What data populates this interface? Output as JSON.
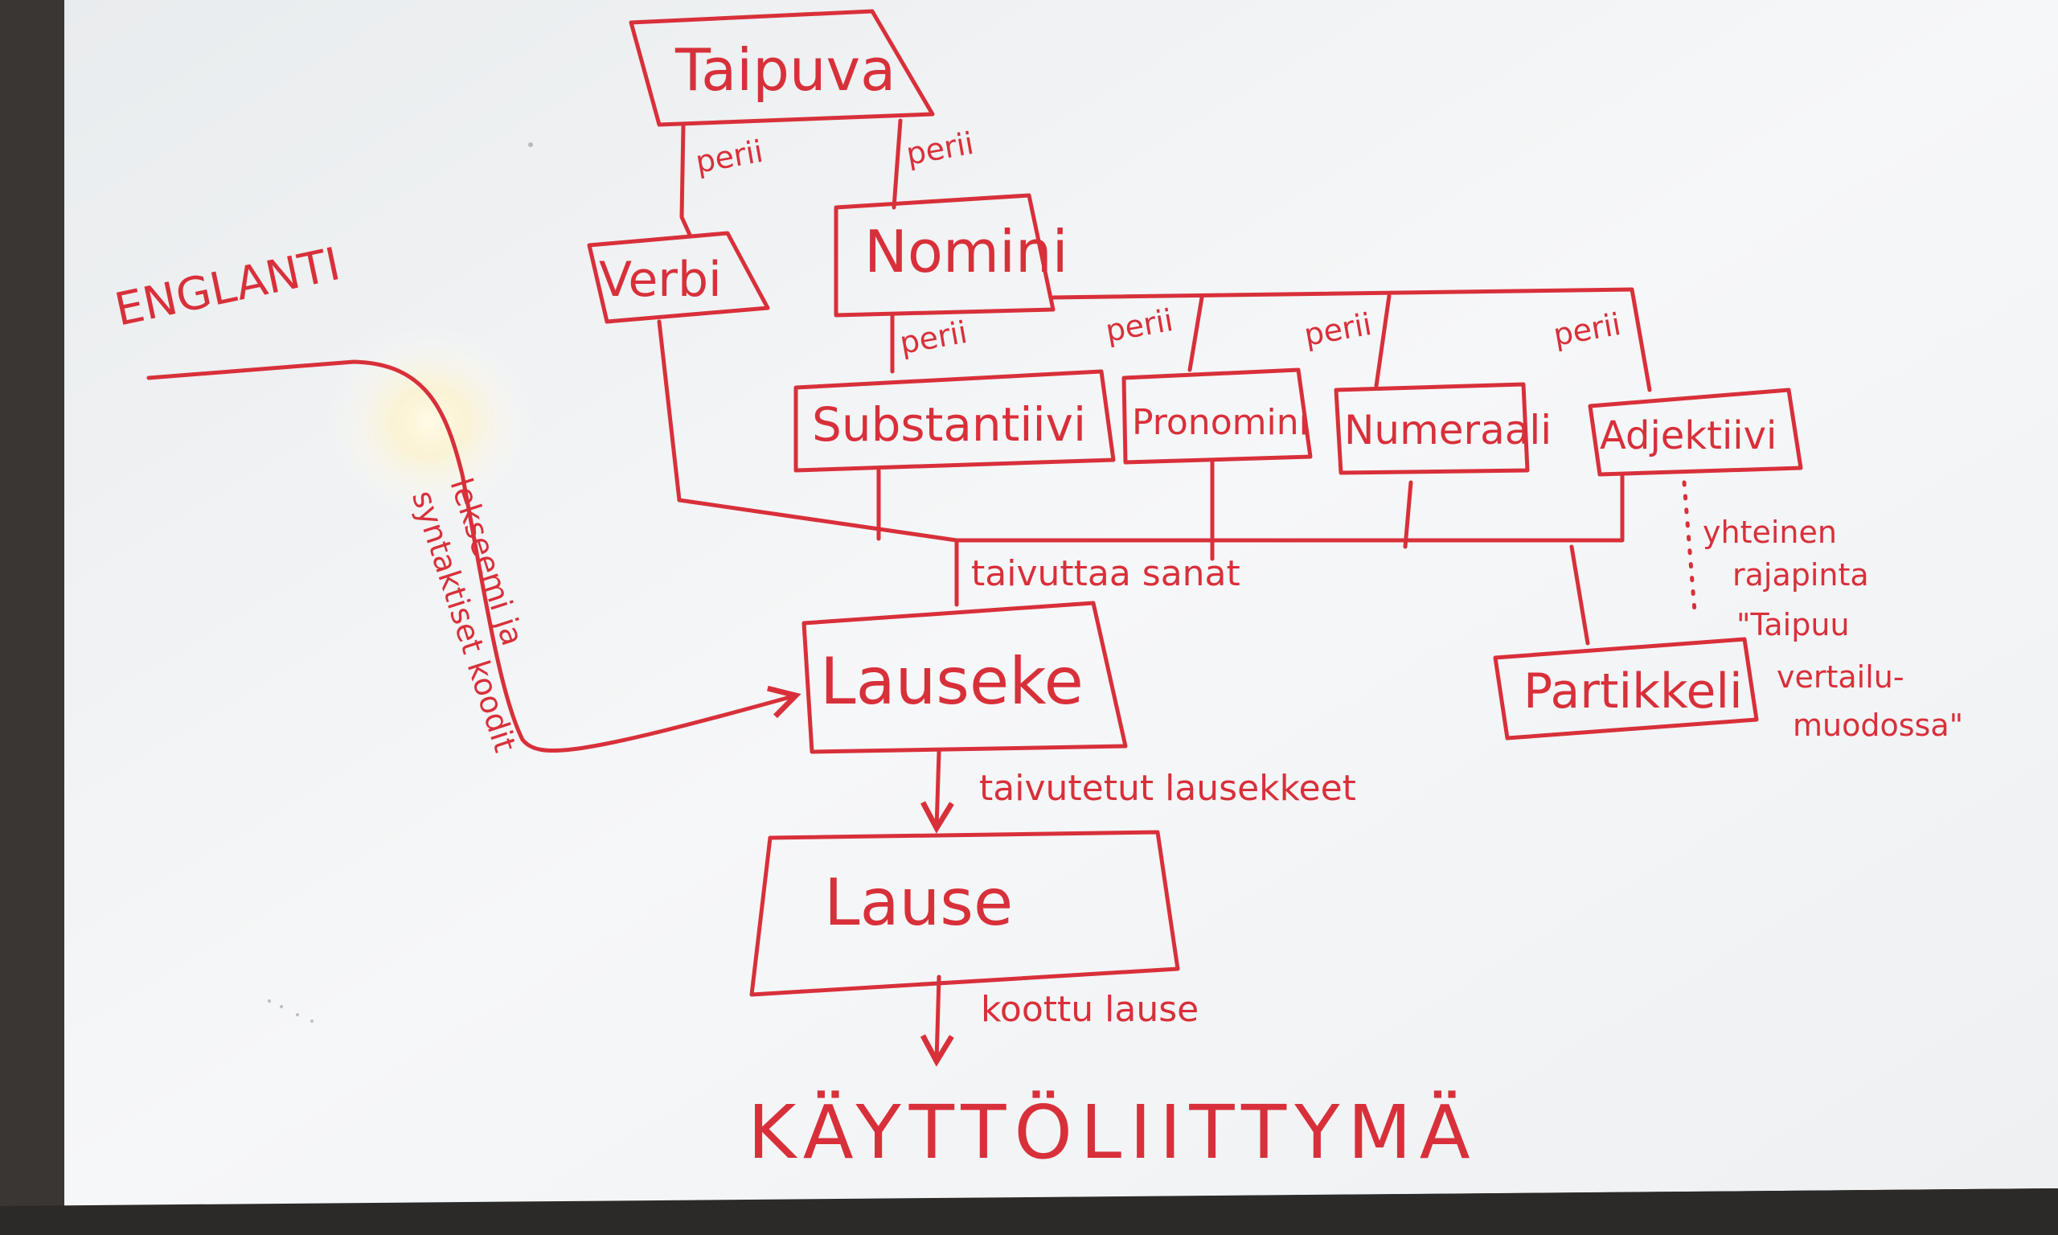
{
  "colors": {
    "ink": "#d8303a",
    "board": "#f4f5f6",
    "frame": "#2b2a29"
  },
  "nodes": {
    "taipuva": "Taipuva",
    "verbi": "Verbi",
    "nomini": "Nomini",
    "substantiivi": "Substantiivi",
    "pronomini": "Pronomini",
    "numeraali": "Numeraali",
    "adjektiivi": "Adjektiivi",
    "partikkeli": "Partikkeli",
    "lauseke": "Lauseke",
    "lause": "Lause",
    "kayttoliittyma": "KÄYTTÖLIITTYMÄ",
    "englanti": "ENGLANTI"
  },
  "edges": {
    "verbi_peri": "perii",
    "nomini_peri": "perii",
    "substantiivi_peri": "perii",
    "pronomini_peri": "perii",
    "numeraali_peri": "perii",
    "adjektiivi_peri": "perii",
    "taivuttaa_sanat": "taivuttaa sanat",
    "taivutetut_lausekkeet": "taivutetut lausekkeet",
    "koottu_lause": "koottu lause",
    "lekseemi_line1": "lekseemi ja",
    "lekseemi_line2": "syntaktiset koodit"
  },
  "note": {
    "line1": "yhteinen",
    "line2": "rajapinta",
    "line3": "\"Taipuu",
    "line4": "vertailu-",
    "line5": "muodossa\""
  }
}
